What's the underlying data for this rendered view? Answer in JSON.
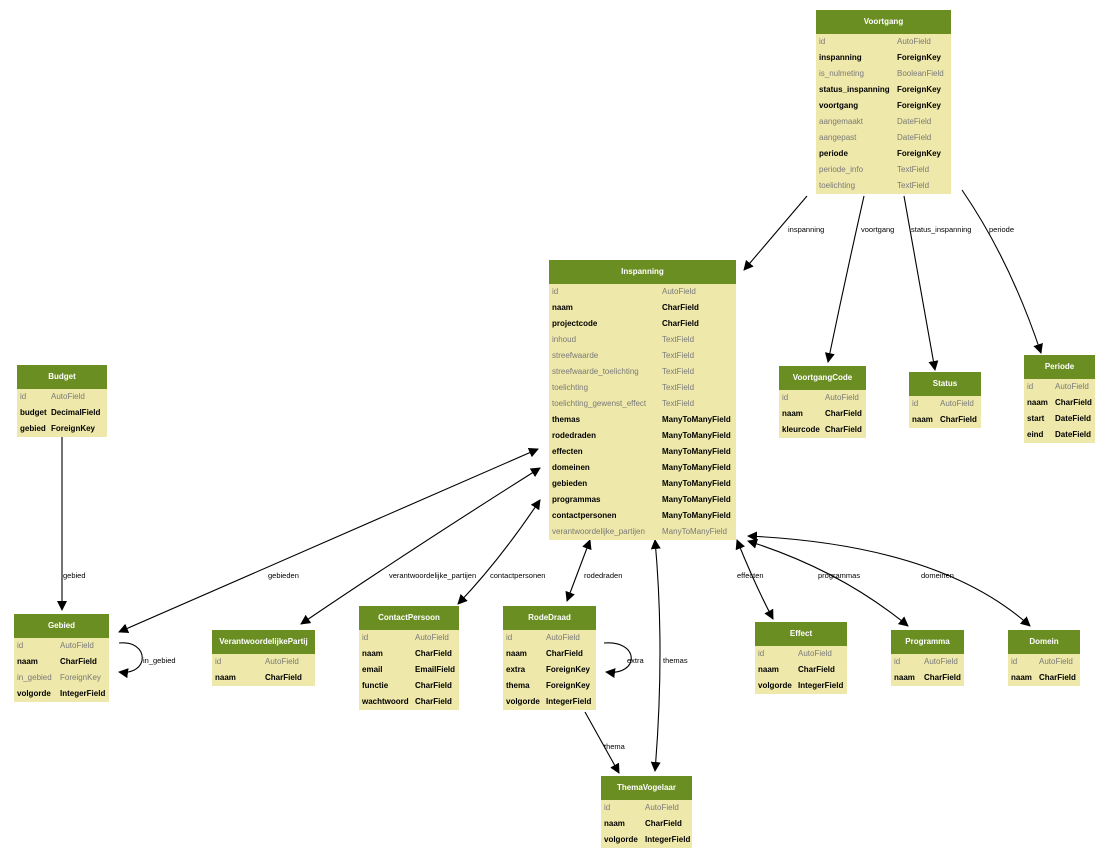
{
  "models": {
    "voortgang": {
      "title": "Voortgang",
      "fields": [
        {
          "name": "id",
          "type": "AutoField",
          "required": false
        },
        {
          "name": "inspanning",
          "type": "ForeignKey",
          "required": true
        },
        {
          "name": "is_nulmeting",
          "type": "BooleanField",
          "required": false
        },
        {
          "name": "status_inspanning",
          "type": "ForeignKey",
          "required": true
        },
        {
          "name": "voortgang",
          "type": "ForeignKey",
          "required": true
        },
        {
          "name": "aangemaakt",
          "type": "DateField",
          "required": false
        },
        {
          "name": "aangepast",
          "type": "DateField",
          "required": false
        },
        {
          "name": "periode",
          "type": "ForeignKey",
          "required": true
        },
        {
          "name": "periode_info",
          "type": "TextField",
          "required": false
        },
        {
          "name": "toelichting",
          "type": "TextField",
          "required": false
        }
      ]
    },
    "inspanning": {
      "title": "Inspanning",
      "fields": [
        {
          "name": "id",
          "type": "AutoField",
          "required": false
        },
        {
          "name": "naam",
          "type": "CharField",
          "required": true
        },
        {
          "name": "projectcode",
          "type": "CharField",
          "required": true
        },
        {
          "name": "inhoud",
          "type": "TextField",
          "required": false
        },
        {
          "name": "streefwaarde",
          "type": "TextField",
          "required": false
        },
        {
          "name": "streefwaarde_toelichting",
          "type": "TextField",
          "required": false
        },
        {
          "name": "toelichting",
          "type": "TextField",
          "required": false
        },
        {
          "name": "toelichting_gewenst_effect",
          "type": "TextField",
          "required": false
        },
        {
          "name": "themas",
          "type": "ManyToManyField",
          "required": true
        },
        {
          "name": "rodedraden",
          "type": "ManyToManyField",
          "required": true
        },
        {
          "name": "effecten",
          "type": "ManyToManyField",
          "required": true
        },
        {
          "name": "domeinen",
          "type": "ManyToManyField",
          "required": true
        },
        {
          "name": "gebieden",
          "type": "ManyToManyField",
          "required": true
        },
        {
          "name": "programmas",
          "type": "ManyToManyField",
          "required": true
        },
        {
          "name": "contactpersonen",
          "type": "ManyToManyField",
          "required": true
        },
        {
          "name": "verantwoordelijke_partijen",
          "type": "ManyToManyField",
          "required": false
        }
      ]
    },
    "budget": {
      "title": "Budget",
      "fields": [
        {
          "name": "id",
          "type": "AutoField",
          "required": false
        },
        {
          "name": "budget",
          "type": "DecimalField",
          "required": true
        },
        {
          "name": "gebied",
          "type": "ForeignKey",
          "required": true
        }
      ]
    },
    "voortgangcode": {
      "title": "VoortgangCode",
      "fields": [
        {
          "name": "id",
          "type": "AutoField",
          "required": false
        },
        {
          "name": "naam",
          "type": "CharField",
          "required": true
        },
        {
          "name": "kleurcode",
          "type": "CharField",
          "required": true
        }
      ]
    },
    "status": {
      "title": "Status",
      "fields": [
        {
          "name": "id",
          "type": "AutoField",
          "required": false
        },
        {
          "name": "naam",
          "type": "CharField",
          "required": true
        }
      ]
    },
    "periode": {
      "title": "Periode",
      "fields": [
        {
          "name": "id",
          "type": "AutoField",
          "required": false
        },
        {
          "name": "naam",
          "type": "CharField",
          "required": true
        },
        {
          "name": "start",
          "type": "DateField",
          "required": true
        },
        {
          "name": "eind",
          "type": "DateField",
          "required": true
        }
      ]
    },
    "gebied": {
      "title": "Gebied",
      "fields": [
        {
          "name": "id",
          "type": "AutoField",
          "required": false
        },
        {
          "name": "naam",
          "type": "CharField",
          "required": true
        },
        {
          "name": "in_gebied",
          "type": "ForeignKey",
          "required": false
        },
        {
          "name": "volgorde",
          "type": "IntegerField",
          "required": true
        }
      ]
    },
    "verantwoordelijkepartij": {
      "title": "VerantwoordelijkePartij",
      "fields": [
        {
          "name": "id",
          "type": "AutoField",
          "required": false
        },
        {
          "name": "naam",
          "type": "CharField",
          "required": true
        }
      ]
    },
    "contactpersoon": {
      "title": "ContactPersoon",
      "fields": [
        {
          "name": "id",
          "type": "AutoField",
          "required": false
        },
        {
          "name": "naam",
          "type": "CharField",
          "required": true
        },
        {
          "name": "email",
          "type": "EmailField",
          "required": true
        },
        {
          "name": "functie",
          "type": "CharField",
          "required": true
        },
        {
          "name": "wachtwoord",
          "type": "CharField",
          "required": true
        }
      ]
    },
    "rodedraad": {
      "title": "RodeDraad",
      "fields": [
        {
          "name": "id",
          "type": "AutoField",
          "required": false
        },
        {
          "name": "naam",
          "type": "CharField",
          "required": true
        },
        {
          "name": "extra",
          "type": "ForeignKey",
          "required": true
        },
        {
          "name": "thema",
          "type": "ForeignKey",
          "required": true
        },
        {
          "name": "volgorde",
          "type": "IntegerField",
          "required": true
        }
      ]
    },
    "effect": {
      "title": "Effect",
      "fields": [
        {
          "name": "id",
          "type": "AutoField",
          "required": false
        },
        {
          "name": "naam",
          "type": "CharField",
          "required": true
        },
        {
          "name": "volgorde",
          "type": "IntegerField",
          "required": true
        }
      ]
    },
    "programma": {
      "title": "Programma",
      "fields": [
        {
          "name": "id",
          "type": "AutoField",
          "required": false
        },
        {
          "name": "naam",
          "type": "CharField",
          "required": true
        }
      ]
    },
    "domein": {
      "title": "Domein",
      "fields": [
        {
          "name": "id",
          "type": "AutoField",
          "required": false
        },
        {
          "name": "naam",
          "type": "CharField",
          "required": true
        }
      ]
    },
    "themavogelaar": {
      "title": "ThemaVogelaar",
      "fields": [
        {
          "name": "id",
          "type": "AutoField",
          "required": false
        },
        {
          "name": "naam",
          "type": "CharField",
          "required": true
        },
        {
          "name": "volgorde",
          "type": "IntegerField",
          "required": true
        }
      ]
    }
  },
  "relations": [
    {
      "id": "voortgang-inspanning",
      "label": "inspanning",
      "from": "voortgang",
      "to": "inspanning",
      "both_ends": false
    },
    {
      "id": "voortgang-voortgangcode",
      "label": "voortgang",
      "from": "voortgang",
      "to": "voortgangcode",
      "both_ends": false
    },
    {
      "id": "voortgang-status",
      "label": "status_inspanning",
      "from": "voortgang",
      "to": "status",
      "both_ends": false
    },
    {
      "id": "voortgang-periode",
      "label": "periode",
      "from": "voortgang",
      "to": "periode",
      "both_ends": false
    },
    {
      "id": "budget-gebied",
      "label": "gebied",
      "from": "budget",
      "to": "gebied",
      "both_ends": false
    },
    {
      "id": "gebied-self",
      "label": "in_gebied",
      "from": "gebied",
      "to": "gebied",
      "both_ends": false
    },
    {
      "id": "inspanning-gebieden",
      "label": "gebieden",
      "from": "inspanning",
      "to": "gebied",
      "both_ends": true
    },
    {
      "id": "inspanning-partijen",
      "label": "verantwoordelijke_partijen",
      "from": "inspanning",
      "to": "verantwoordelijkepartij",
      "both_ends": true
    },
    {
      "id": "inspanning-contactpersonen",
      "label": "contactpersonen",
      "from": "inspanning",
      "to": "contactpersoon",
      "both_ends": true
    },
    {
      "id": "inspanning-rodedraden",
      "label": "rodedraden",
      "from": "inspanning",
      "to": "rodedraad",
      "both_ends": true
    },
    {
      "id": "rodedraad-self",
      "label": "extra",
      "from": "rodedraad",
      "to": "rodedraad",
      "both_ends": false
    },
    {
      "id": "inspanning-themas",
      "label": "themas",
      "from": "inspanning",
      "to": "themavogelaar",
      "both_ends": true
    },
    {
      "id": "rodedraad-thema",
      "label": "thema",
      "from": "rodedraad",
      "to": "themavogelaar",
      "both_ends": false
    },
    {
      "id": "inspanning-effecten",
      "label": "effecten",
      "from": "inspanning",
      "to": "effect",
      "both_ends": true
    },
    {
      "id": "inspanning-programmas",
      "label": "programmas",
      "from": "inspanning",
      "to": "programma",
      "both_ends": true
    },
    {
      "id": "inspanning-domeinen",
      "label": "domeinen",
      "from": "inspanning",
      "to": "domein",
      "both_ends": true
    }
  ],
  "colors": {
    "header_bg": "#6b8e23",
    "header_text": "#ffffff",
    "body_bg": "#eee8aa",
    "required_text": "#000000",
    "optional_text": "#7a7a7a",
    "edge": "#000000"
  }
}
